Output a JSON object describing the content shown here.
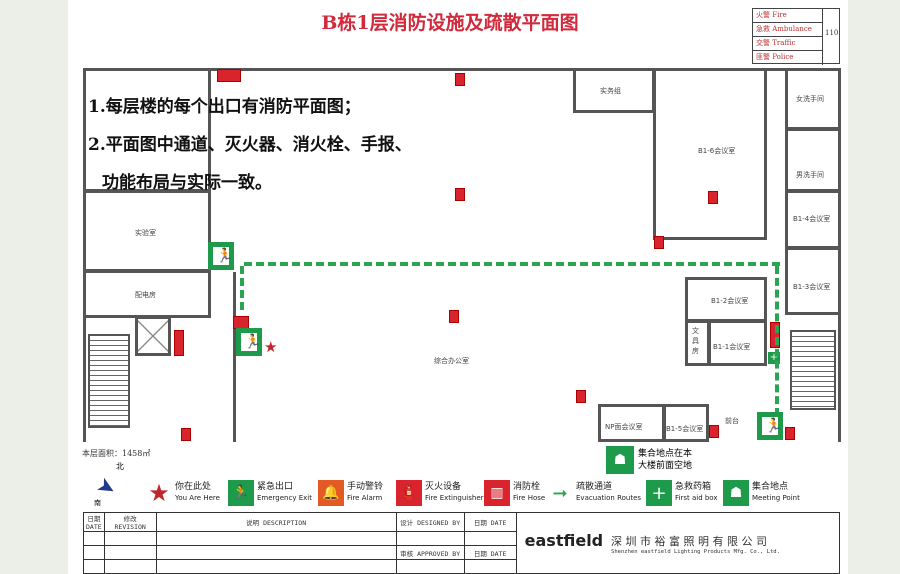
{
  "title": "B栋1层消防设施及疏散平面图",
  "emergency": {
    "rows": [
      "火警 Fire",
      "急救 Ambulance",
      "交警 Traffic",
      "匪警 Police"
    ],
    "number": "110"
  },
  "notes": [
    "1.每层楼的每个出口有消防平面图；",
    "2.平面图中通道、灭火器、消火栓、手报、",
    "功能布局与实际一致。"
  ],
  "rooms": {
    "lab": "实验室",
    "power": "配电房",
    "finance": "实务组",
    "b16": "B1-6会议室",
    "women": "女洗手间",
    "men": "男洗手间",
    "b14": "B1-4会议室",
    "b13": "B1-3会议室",
    "b12": "B1-2会议室",
    "b11": "B1-1会议室",
    "stationery": "文具房",
    "np": "NP面会议室",
    "b15": "B1-5会议室",
    "reception": "前台",
    "office": "综合办公室"
  },
  "area": "本层面积：1458㎡",
  "compass": {
    "north": "北",
    "south": "南"
  },
  "assembly_note": [
    "集合地点在本",
    "大楼前面空地"
  ],
  "legend": [
    {
      "cn": "你在此处",
      "en": "You Are Here"
    },
    {
      "cn": "紧急出口",
      "en": "Emergency Exit"
    },
    {
      "cn": "手动警铃",
      "en": "Fire Alarm"
    },
    {
      "cn": "灭火设备",
      "en": "Fire Extinguisher"
    },
    {
      "cn": "消防栓",
      "en": "Fire Hose"
    },
    {
      "cn": "疏散通道",
      "en": "Evacuation Routes"
    },
    {
      "cn": "急救药箱",
      "en": "First aid box"
    },
    {
      "cn": "集合地点",
      "en": "Meeting Point"
    }
  ],
  "titleblock": {
    "date": "日期 DATE",
    "revision": "修改 REVISION",
    "description": "说明 DESCRIPTION",
    "designed": "设计 DESIGNED BY",
    "approved": "审核 APPROVED BY",
    "date2": "日期 DATE",
    "date3": "日期 DATE",
    "brand": "eastfield",
    "company_cn": "深 圳 市 裕 富 照 明 有 限 公 司",
    "company_en": "Shenzhen eastfield Lighting Products Mfg. Co., Ltd."
  },
  "colors": {
    "fire_red": "#d9232d",
    "exit_green": "#1d9a4a",
    "title_red": "#d2293c"
  }
}
